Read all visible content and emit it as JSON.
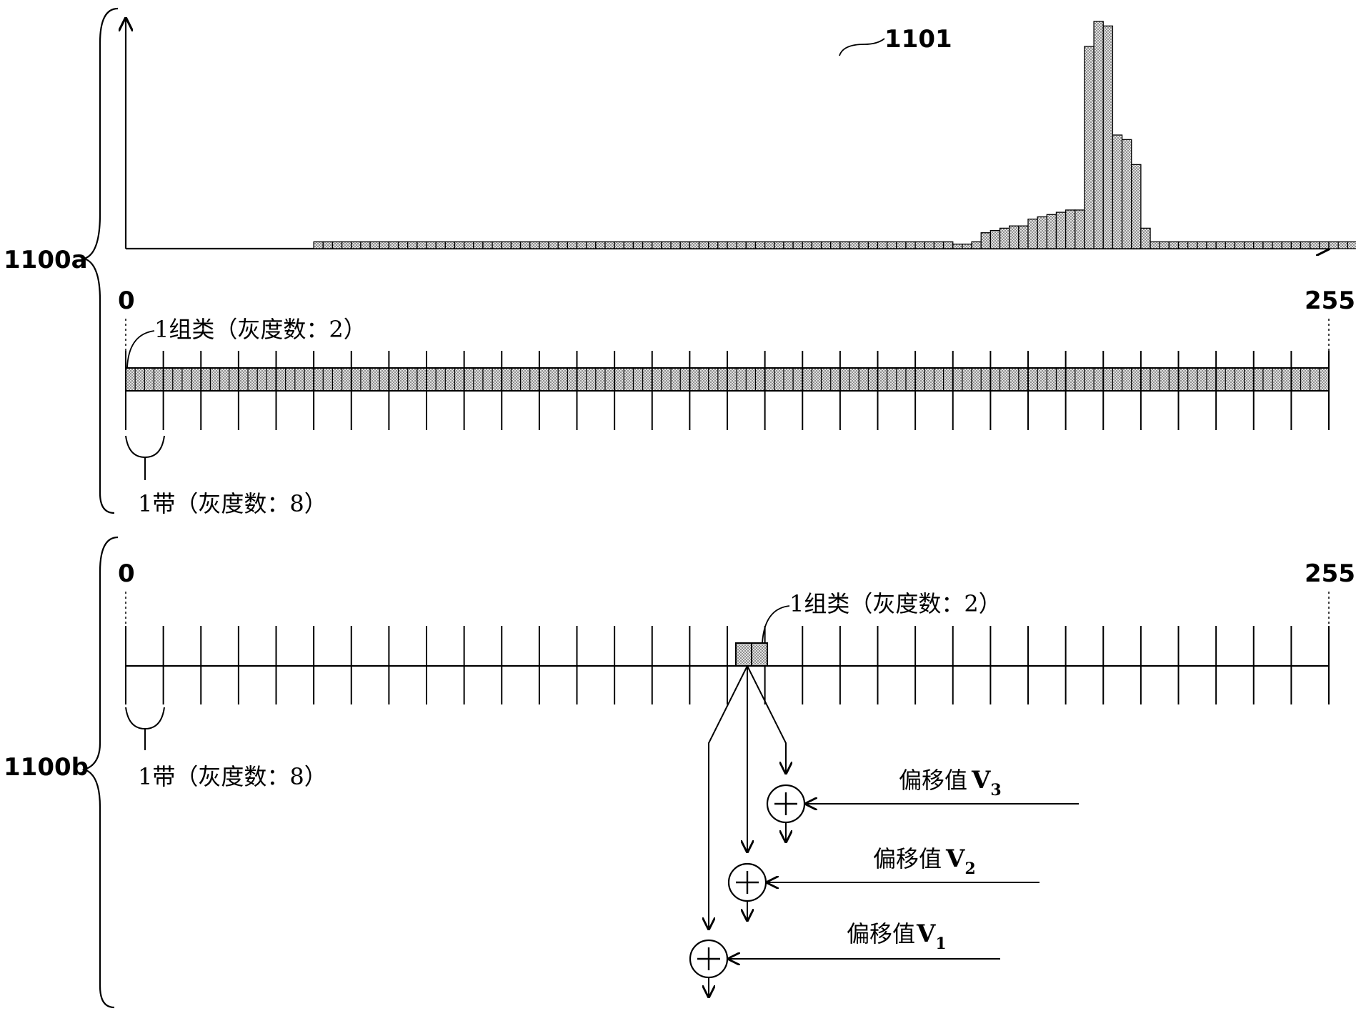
{
  "labels": {
    "ref_1101": "1101",
    "ref_1100a": "1100a",
    "ref_1100b": "1100b",
    "top_start": "0",
    "top_end": "255",
    "bot_start": "0",
    "bot_end": "255",
    "class_top": "1组类（灰度数：2）",
    "band_top": "1带（灰度数：8）",
    "class_bot": "1组类（灰度数：2）",
    "band_bot": "1带（灰度数：8）",
    "offset_prefix": "偏移值",
    "offset_v3": "V",
    "offset_v3_sub": "3",
    "offset_v2": "V",
    "offset_v2_sub": "2",
    "offset_v1": "V",
    "offset_v1_sub": "1"
  },
  "histogram": {
    "bins": 128,
    "values": [
      0,
      0,
      0,
      0,
      0,
      0,
      0,
      0,
      0,
      0,
      0,
      0,
      0,
      0,
      0,
      0,
      0,
      0,
      0,
      0,
      3,
      3,
      3,
      3,
      3,
      3,
      3,
      3,
      3,
      3,
      3,
      3,
      3,
      3,
      3,
      3,
      3,
      3,
      3,
      3,
      3,
      3,
      3,
      3,
      3,
      3,
      3,
      3,
      3,
      3,
      3,
      3,
      3,
      3,
      3,
      3,
      3,
      3,
      3,
      3,
      3,
      3,
      3,
      3,
      3,
      3,
      3,
      3,
      3,
      3,
      3,
      3,
      3,
      3,
      3,
      3,
      3,
      3,
      3,
      3,
      3,
      3,
      3,
      3,
      3,
      3,
      3,
      3,
      2,
      2,
      3,
      7,
      8,
      9,
      10,
      10,
      13,
      14,
      15,
      16,
      17,
      17,
      89,
      100,
      98,
      50,
      48,
      37,
      9,
      3,
      3,
      3,
      3,
      3,
      3,
      3,
      3,
      3,
      3,
      3,
      3,
      3,
      3,
      3,
      3,
      3,
      3,
      3,
      3,
      3,
      3,
      3,
      3,
      3,
      3,
      3
    ]
  },
  "bands": {
    "count": 32,
    "gray_levels_per_band": 8,
    "class_gray_levels": 2
  },
  "colors": {
    "ink": "#000000",
    "fill": "#d9d9d9"
  }
}
